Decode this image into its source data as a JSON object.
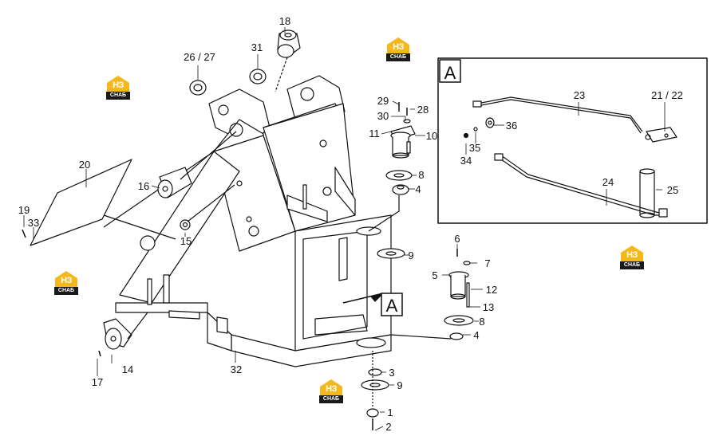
{
  "detail_label": "A",
  "view_marker": "A",
  "logo": {
    "mark": "НЗ",
    "sub": "СНАБ",
    "color": "#f5b81c"
  },
  "callouts": {
    "c1": "1",
    "c2": "2",
    "c3": "3",
    "c4a": "4",
    "c4b": "4",
    "c5": "5",
    "c6": "6",
    "c7": "7",
    "c8a": "8",
    "c8b": "8",
    "c9a": "9",
    "c9b": "9",
    "c10": "10",
    "c11": "11",
    "c12": "12",
    "c13": "13",
    "c14": "14",
    "c15": "15",
    "c16": "16",
    "c17": "17",
    "c18": "18",
    "c19": "19",
    "c20": "20",
    "c2122": "21 / 22",
    "c23": "23",
    "c24": "24",
    "c25": "25",
    "c2627": "26 / 27",
    "c2829": "29",
    "c28": "28",
    "c30": "30",
    "c31": "31",
    "c32": "32",
    "c33": "33",
    "c34": "34",
    "c35": "35",
    "c36": "36"
  }
}
